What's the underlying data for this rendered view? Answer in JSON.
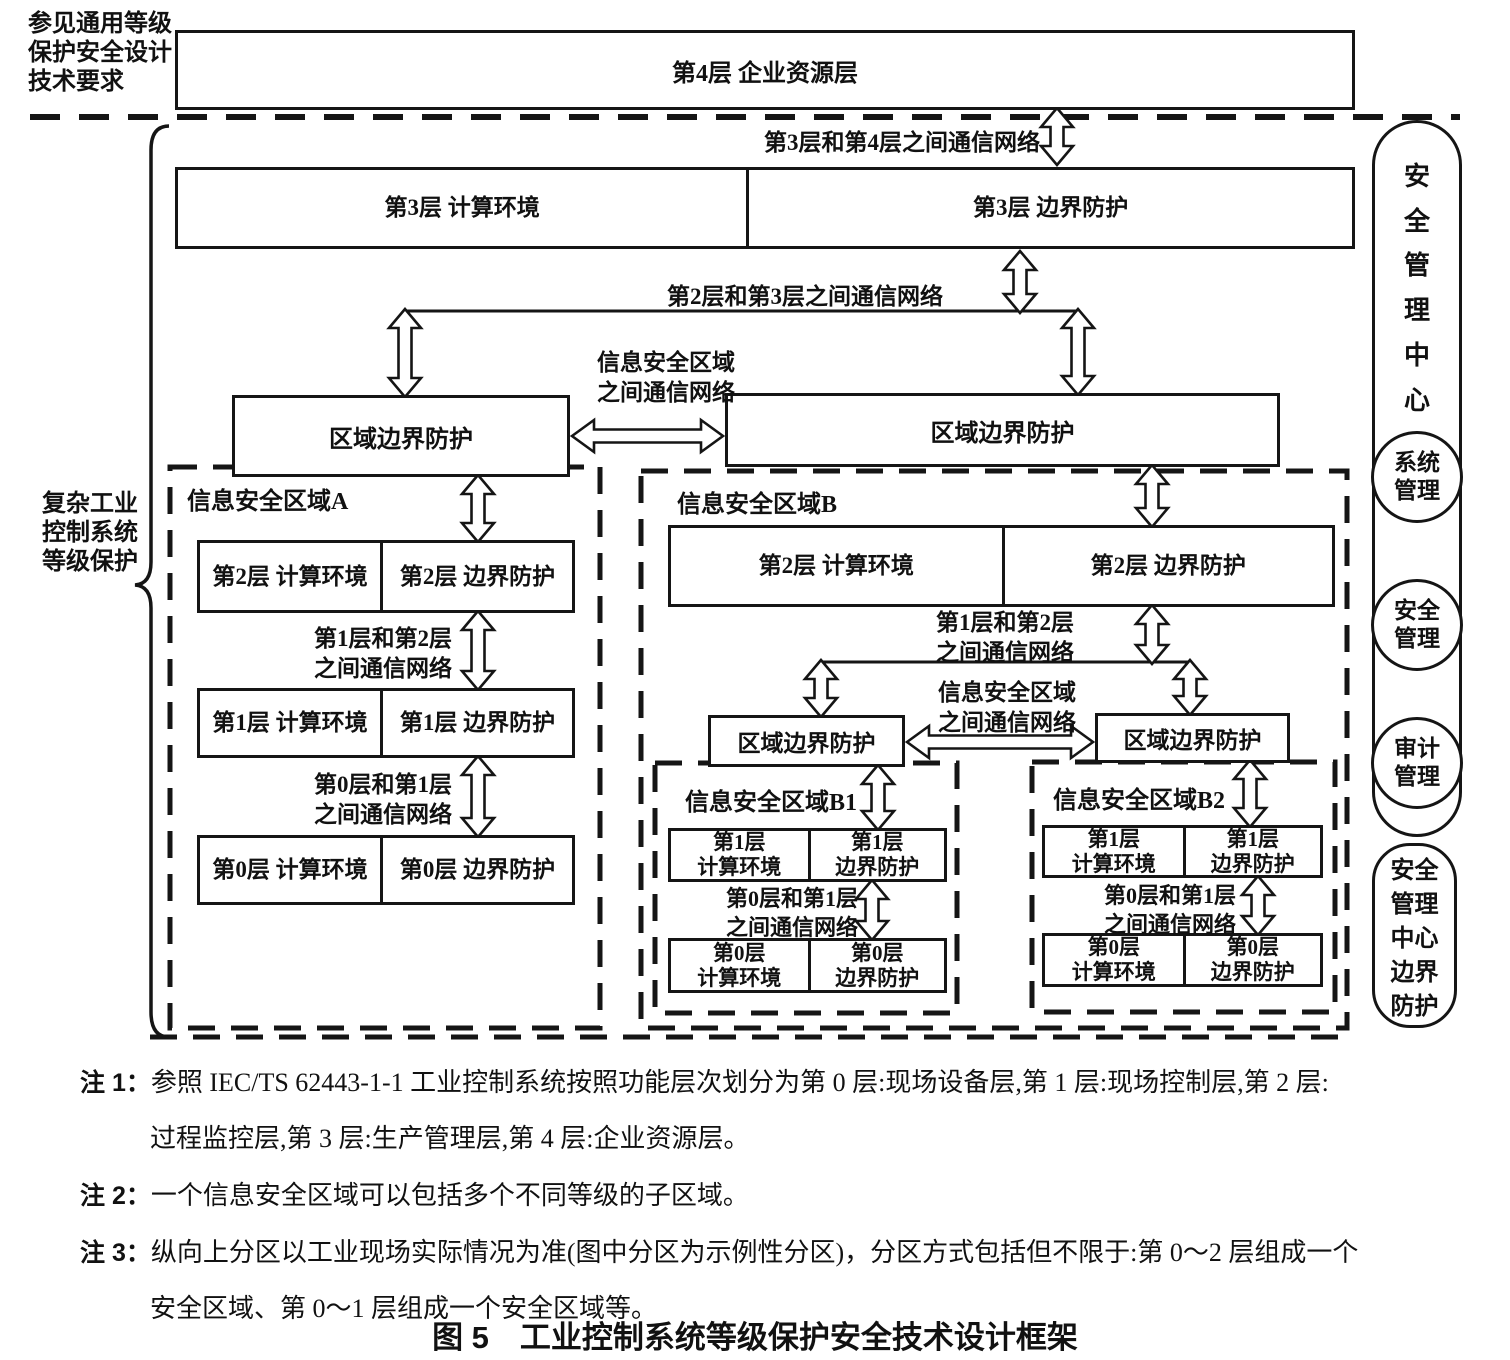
{
  "meta": {
    "caption": "图 5　工业控制系统等级保护安全技术设计框架"
  },
  "annotations": {
    "top_left_lines": [
      "参见通用等级",
      "保护安全设计",
      "技术要求"
    ],
    "brace_label_lines": [
      "复杂工业",
      "控制系统",
      "等级保护"
    ]
  },
  "top": {
    "l4": "第4层 企业资源层",
    "net_3_4": "第3层和第4层之间通信网络",
    "l3_compute": "第3层 计算环境",
    "l3_boundary": "第3层 边界防护",
    "net_2_3": "第2层和第3层之间通信网络",
    "zbp_left": "区域边界防护",
    "zbp_right": "区域边界防护",
    "inter_zone_net": [
      "信息安全区域",
      "之间通信网络"
    ]
  },
  "zone_a": {
    "title": "信息安全区域A",
    "net_1_2": [
      "第1层和第2层",
      "之间通信网络"
    ],
    "net_0_1": [
      "第0层和第1层",
      "之间通信网络"
    ],
    "rows": [
      {
        "compute": "第2层 计算环境",
        "boundary": "第2层 边界防护"
      },
      {
        "compute": "第1层 计算环境",
        "boundary": "第1层 边界防护"
      },
      {
        "compute": "第0层 计算环境",
        "boundary": "第0层 边界防护"
      }
    ]
  },
  "zone_b": {
    "title": "信息安全区域B",
    "l2_compute": "第2层 计算环境",
    "l2_boundary": "第2层 边界防护",
    "net_1_2": [
      "第1层和第2层",
      "之间通信网络"
    ],
    "inter_zone_net": [
      "信息安全区域",
      "之间通信网络"
    ],
    "zbp_left": "区域边界防护",
    "zbp_right": "区域边界防护",
    "b1": {
      "title": "信息安全区域B1",
      "net_0_1": [
        "第0层和第1层",
        "之间通信网络"
      ],
      "l1_compute": [
        "第1层",
        "计算环境"
      ],
      "l1_boundary": [
        "第1层",
        "边界防护"
      ],
      "l0_compute": [
        "第0层",
        "计算环境"
      ],
      "l0_boundary": [
        "第0层",
        "边界防护"
      ]
    },
    "b2": {
      "title": "信息安全区域B2",
      "net_0_1": [
        "第0层和第1层",
        "之间通信网络"
      ],
      "l1_compute": [
        "第1层",
        "计算环境"
      ],
      "l1_boundary": [
        "第1层",
        "边界防护"
      ],
      "l0_compute": [
        "第0层",
        "计算环境"
      ],
      "l0_boundary": [
        "第0层",
        "边界防护"
      ]
    }
  },
  "smc": {
    "title": "安全管理中心",
    "circles": [
      [
        "系统",
        "管理"
      ],
      [
        "安全",
        "管理"
      ],
      [
        "审计",
        "管理"
      ]
    ],
    "bottom": "安全管理中心边界防护"
  },
  "notes": [
    {
      "label": "注 1：",
      "text": "参照 IEC/TS 62443-1-1 工业控制系统按照功能层次划分为第 0 层:现场设备层,第 1 层:现场控制层,第 2 层:"
    },
    {
      "label": "",
      "text": "过程监控层,第 3 层:生产管理层,第 4 层:企业资源层。"
    },
    {
      "label": "注 2：",
      "text": "一个信息安全区域可以包括多个不同等级的子区域。"
    },
    {
      "label": "注 3：",
      "text": "纵向上分区以工业现场实际情况为准(图中分区为示例性分区)，分区方式包括但不限于:第 0～2 层组成一个"
    },
    {
      "label": "",
      "text": "安全区域、第 0～1 层组成一个安全区域等。"
    }
  ]
}
